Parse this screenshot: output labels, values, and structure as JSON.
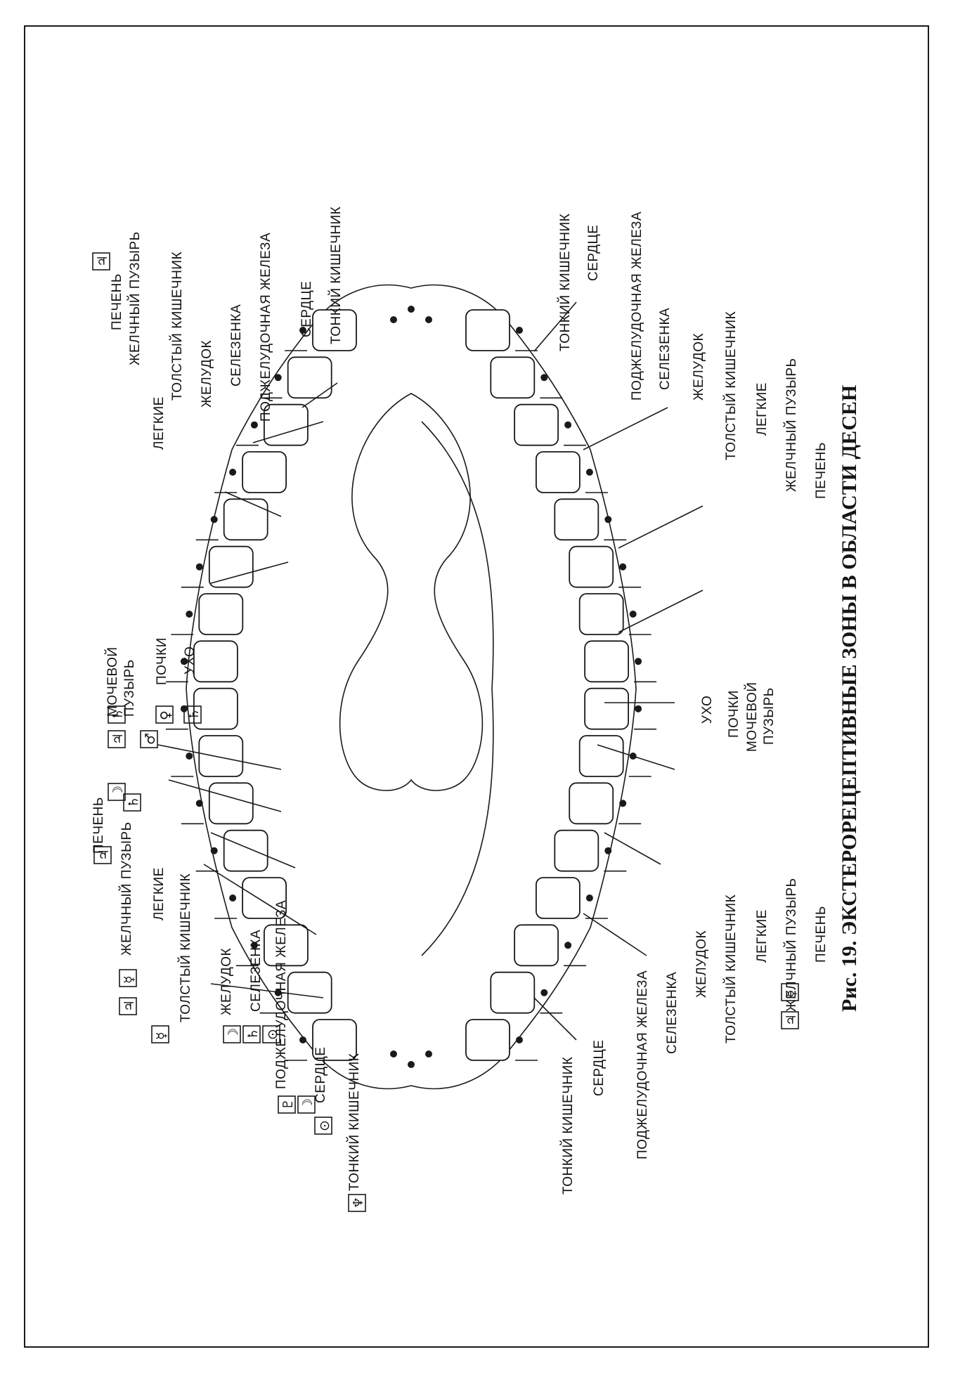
{
  "figure": {
    "caption": "Рис. 19. ЭКСТЕРОРЕЦЕПТИВНЫЕ ЗОНЫ В ОБЛАСТИ ДЕСЕН"
  },
  "labels": {
    "liver": "ПЕЧЕНЬ",
    "gallbladder": "ЖЕЛЧНЫЙ ПУЗЫРЬ",
    "gallbladder_split": "ЖЕЛЧНЫЙ  ПУЗЫРЬ",
    "lungs": "ЛЕГКИЕ",
    "large_intestine": "ТОЛСТЫЙ КИШЕЧНИК",
    "stomach": "ЖЕЛУДОК",
    "spleen": "СЕЛЕЗЕНКА",
    "pancreas": "ПОДЖЕЛУДОЧНАЯ ЖЕЛЕЗА",
    "heart": "СЕРДЦЕ",
    "small_intestine": "ТОНКИЙ КИШЕЧНИК",
    "small_intestine_alt": "ТОНКИЙ КИШЕЧНИК",
    "bladder_1": "МОЧЕВОЙ",
    "bladder_2": "ПУЗЫРЬ",
    "kidneys": "ПОЧКИ",
    "ear": "УХО"
  },
  "symbols": {
    "jupiter": "♃",
    "saturn": "♄",
    "mercury": "☿",
    "venus": "♀",
    "moon": "☽",
    "sun": "⊙",
    "mars": "♂",
    "pluto": "♇",
    "neptune": "♆"
  },
  "icons": [
    "jupiter-icon",
    "saturn-icon",
    "mercury-icon",
    "venus-icon",
    "moon-icon",
    "sun-icon",
    "mars-icon",
    "pluto-icon",
    "neptune-icon"
  ],
  "colors": {
    "ink": "#1a1a1a",
    "paper": "#ffffff"
  }
}
